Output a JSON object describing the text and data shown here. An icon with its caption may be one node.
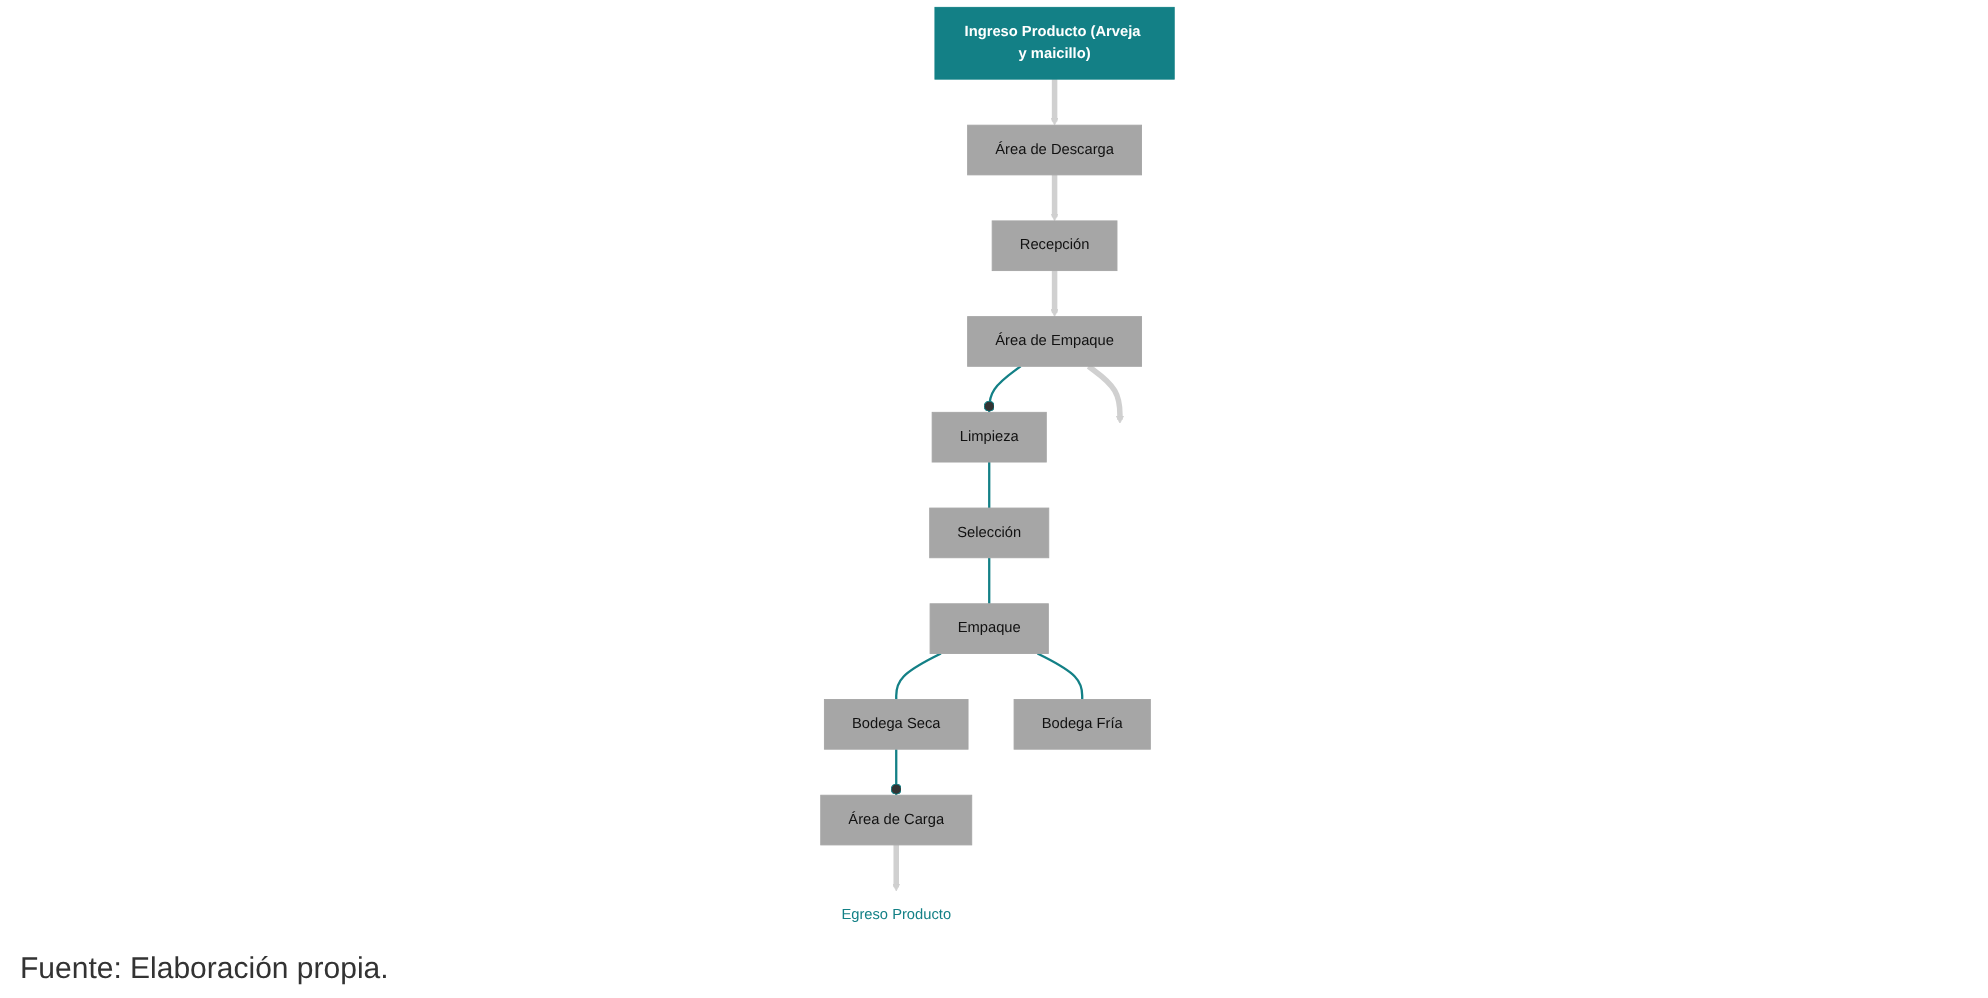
{
  "diagram": {
    "caption": "Fuente: Elaboración propia.",
    "nodes": [
      {
        "text": [
          "Ingreso Producto (Arveja y maicillo)"
        ]
      },
      {
        "text": [
          "Área de Descarga"
        ]
      },
      {
        "text": [
          "Recepción"
        ]
      },
      {
        "text": [
          "Área de Empaque"
        ]
      },
      {
        "text": [
          "Egreso Producto"
        ]
      },
      {
        "text": [
          "Área de Carga"
        ]
      },
      {
        "text": [
          "Limpieza"
        ]
      },
      {
        "text": [
          "Selección"
        ]
      },
      {
        "text": [
          "Empaque"
        ]
      },
      {
        "text": [
          "Bodega Seca"
        ]
      },
      {
        "text": [
          "Bodega Fría"
        ]
      }
    ],
    "edges": [
      {
        "from": 0,
        "to": 1,
        "arrow": "to",
        "style": "thick",
        "color": "#d0d0d0"
      },
      {
        "from": 1,
        "to": 2,
        "arrow": "to",
        "style": "thick",
        "color": "#d0d0d0"
      },
      {
        "from": 2,
        "to": 3,
        "arrow": "to",
        "style": "thick",
        "color": "#d0d0d0"
      },
      {
        "from": 3,
        "to": null,
        "arrow": "to",
        "style": "thick",
        "color": "#d0d0d0"
      },
      {
        "from": 5,
        "to": 4,
        "arrow": "to",
        "style": "thick",
        "color": "#d0d0d0"
      },
      {
        "from": 3,
        "to": 6,
        "arrow": "other"
      },
      {
        "from": 6,
        "to": 7,
        "arrow": "none"
      },
      {
        "from": 7,
        "to": 8,
        "arrow": "none"
      },
      {
        "from": 8,
        "to": 9,
        "arrow": "none"
      },
      {
        "from": 8,
        "to": 10,
        "arrow": "none"
      },
      {
        "from": 9,
        "to": 5,
        "arrow": "other"
      }
    ]
  }
}
